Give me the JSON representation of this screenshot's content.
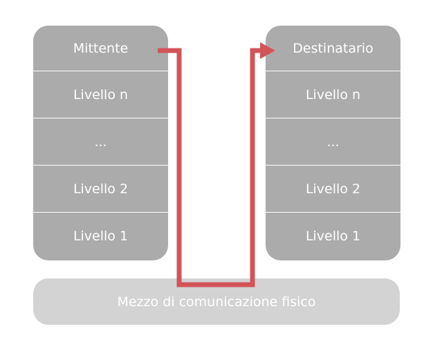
{
  "sender_stack": {
    "layers": [
      "Mittente",
      "Livello n",
      "...",
      "Livello 2",
      "Livello 1"
    ]
  },
  "receiver_stack": {
    "layers": [
      "Destinatario",
      "Livello n",
      "...",
      "Livello 2",
      "Livello 1"
    ]
  },
  "medium": {
    "label": "Mezzo di comunicazione fisico"
  },
  "colors": {
    "layer_fill": "#ababab",
    "medium_fill": "#d3d3d3",
    "arrow": "#d2545a",
    "text": "#ffffff"
  }
}
